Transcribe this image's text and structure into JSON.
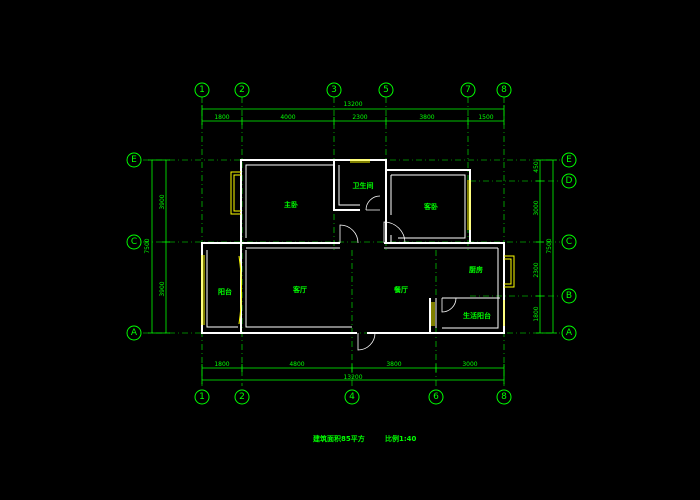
{
  "top_axes": [
    "1",
    "2",
    "3",
    "5",
    "7",
    "8"
  ],
  "bottom_axes": [
    "1",
    "2",
    "4",
    "6",
    "8"
  ],
  "left_axes": [
    "E",
    "C",
    "A"
  ],
  "right_axes": [
    "E",
    "D",
    "C",
    "B",
    "A"
  ],
  "top_dims": {
    "total": "13200",
    "segments": [
      "1800",
      "4000",
      "2300",
      "3800",
      "1500"
    ]
  },
  "bottom_dims": {
    "total": "13200",
    "segments": [
      "1800",
      "4800",
      "3800",
      "3000"
    ]
  },
  "left_dims": {
    "total": "7500",
    "segments": [
      "3900",
      "3900"
    ]
  },
  "right_dims": {
    "total": "7500",
    "segments": [
      "450",
      "3000",
      "2300",
      "1800"
    ]
  },
  "rooms": {
    "master_bedroom": "主卧",
    "bathroom": "卫生间",
    "guest_room": "客卧",
    "balcony": "阳台",
    "living_room": "客厅",
    "dining_room": "餐厅",
    "kitchen": "厨房",
    "service_balcony": "生活阳台"
  },
  "footer": {
    "area": "建筑面积85平方",
    "scale": "比例1:40"
  },
  "colors": {
    "background": "#000000",
    "dims": "#00ff00",
    "walls": "#ffffff",
    "windows": "#ffff00"
  }
}
